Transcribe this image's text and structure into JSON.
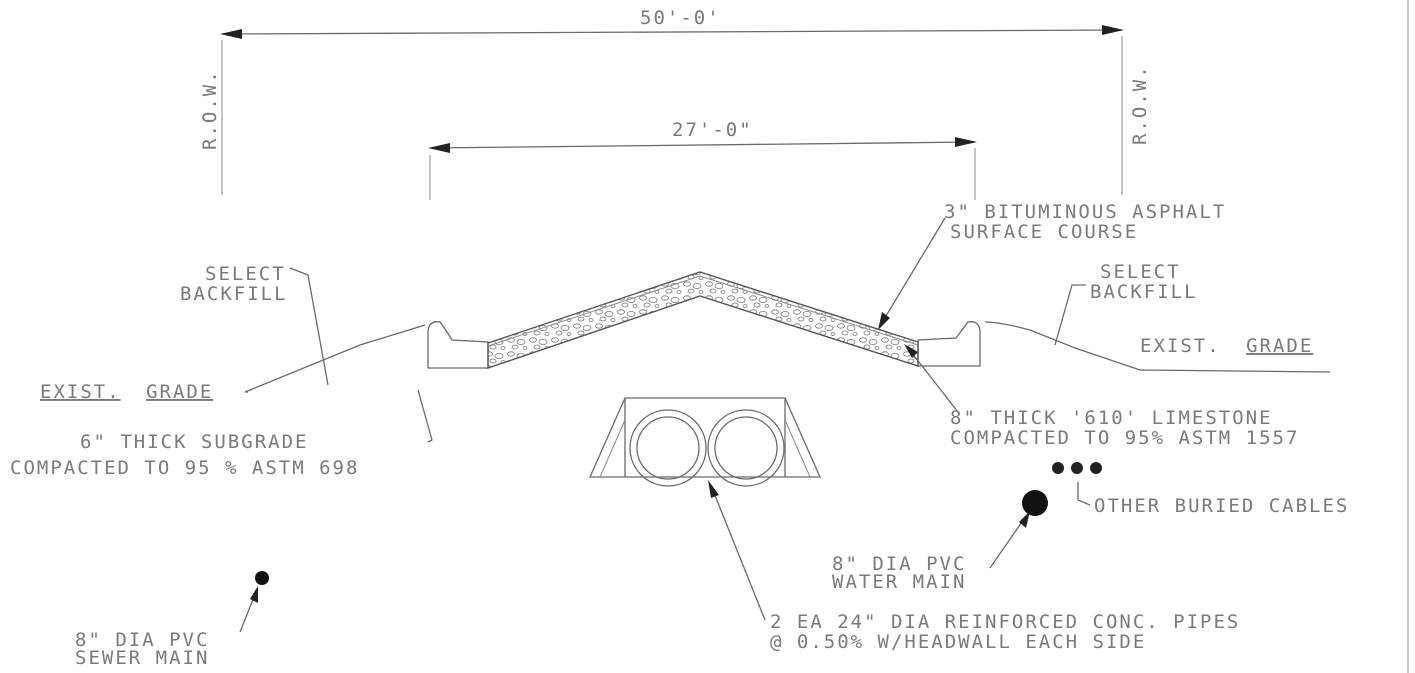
{
  "dimensions": {
    "row_width": "50'-0'",
    "pavement_width": "27'-0\""
  },
  "row_left": "R.O.W.",
  "row_right": "R.O.W.",
  "labels": {
    "asphalt_line1": "3\" BITUMINOUS ASPHALT",
    "asphalt_line2": "SURFACE COURSE",
    "backfill_left_line1": "SELECT",
    "backfill_left_line2": "BACKFILL",
    "backfill_right_line1": "SELECT",
    "backfill_right_line2": "BACKFILL",
    "grade_left_a": "EXIST.",
    "grade_left_b": "GRADE",
    "grade_right_a": "EXIST.",
    "grade_right_b": "GRADE",
    "subgrade_line1": "6\" THICK SUBGRADE",
    "subgrade_line2": "COMPACTED TO 95 % ASTM 698",
    "limestone_line1": "8\" THICK '610' LIMESTONE",
    "limestone_line2": "COMPACTED TO 95% ASTM 1557",
    "cables": "OTHER BURIED CABLES",
    "water_line1": "8\" DIA PVC",
    "water_line2": "WATER MAIN",
    "pipes_line1": "2 EA 24\" DIA REINFORCED CONC. PIPES",
    "pipes_line2": "@ 0.50% W/HEADWALL EACH SIDE",
    "sewer_line1": "8\" DIA PVC",
    "sewer_line2": "SEWER MAIN"
  }
}
